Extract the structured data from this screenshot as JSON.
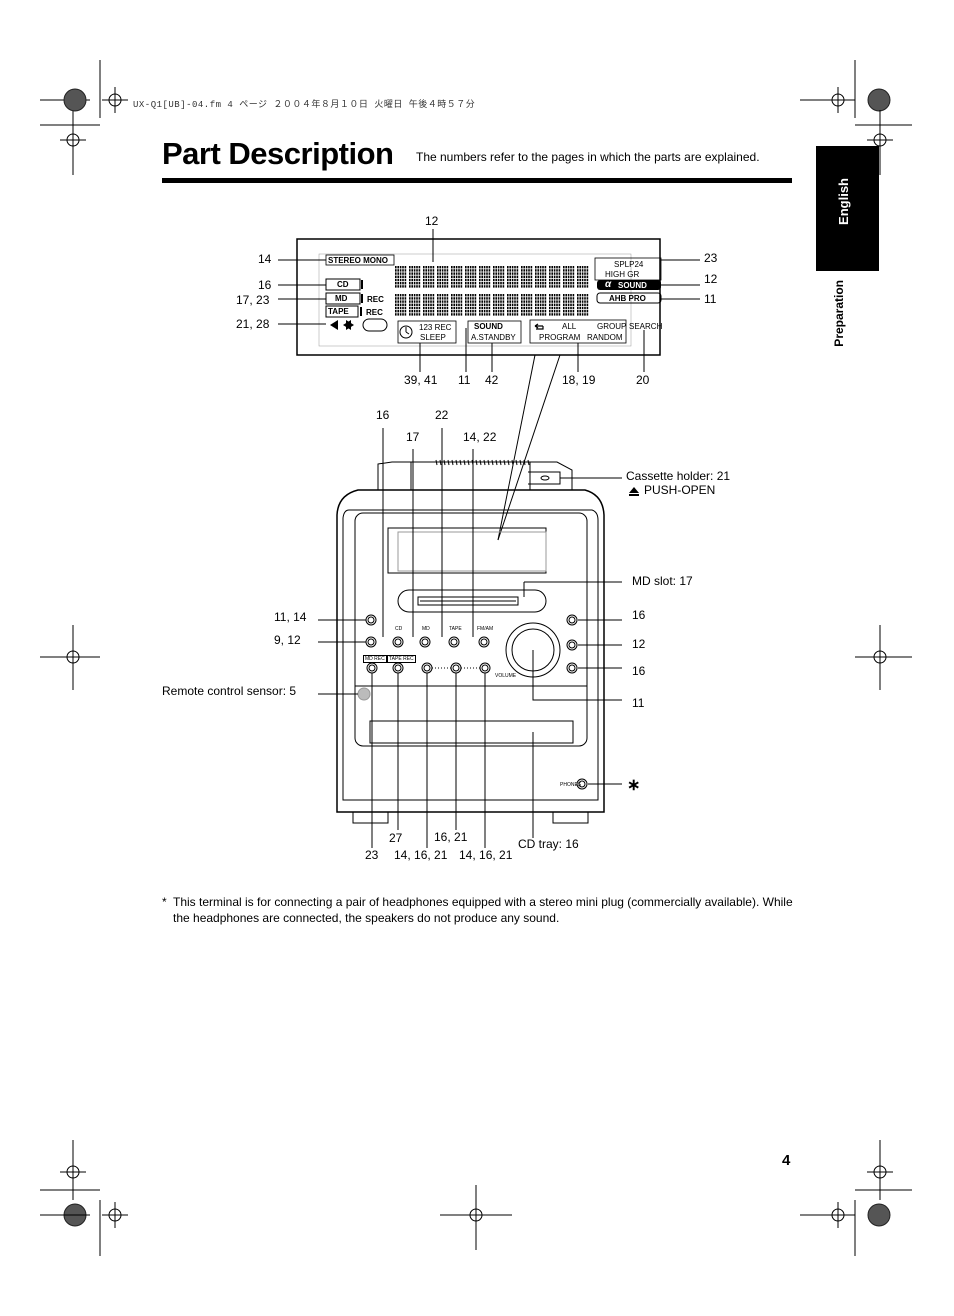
{
  "print_header": "UX-Q1[UB]-04.fm  4 ページ  ２００４年８月１０日  火曜日  午後４時５７分",
  "title": "Part Description",
  "subtitle": "The numbers refer to the pages in which the parts are explained.",
  "side_tabs": {
    "english": "English",
    "preparation": "Preparation"
  },
  "display_panel": {
    "stereo_mono": "STEREO MONO",
    "cd": "CD",
    "md": "MD",
    "tape": "TAPE",
    "rec": "REC",
    "splp": "SPLP24",
    "high_gr": "HIGH   GR",
    "alpha_sound": "SOUND",
    "ahb_pro": "AHB PRO",
    "rec_123": "123 REC",
    "sleep": "SLEEP",
    "sound": "SOUND",
    "a_standby": "A.STANDBY",
    "all": "ALL",
    "group": "GROUP",
    "program": "PROGRAM",
    "random": "RANDOM",
    "search": "SEARCH"
  },
  "callouts": {
    "d12_top": "12",
    "d14": "14",
    "d16": "16",
    "d17_23": "17, 23",
    "d21_28": "21, 28",
    "d23": "23",
    "d12_right": "12",
    "d11_right": "11",
    "d39_41": "39, 41",
    "d11_bottom": "11",
    "d42": "42",
    "d18_19": "18, 19",
    "d20": "20",
    "u16_top": "16",
    "u22": "22",
    "u17": "17",
    "u14_22": "14, 22",
    "cassette": "Cassette holder: 21",
    "push_open": "PUSH-OPEN",
    "md_slot": "MD slot: 17",
    "r16a": "16",
    "r12": "12",
    "r16b": "16",
    "r11": "11",
    "l11_14": "11, 14",
    "l9_12": "9, 12",
    "remote": "Remote control sensor: 5",
    "star": "∗",
    "b27": "27",
    "b16_21": "16, 21",
    "cd_tray": "CD tray: 16",
    "b23": "23",
    "b14_16_21_a": "14, 16, 21",
    "b14_16_21_b": "14, 16, 21"
  },
  "unit_labels": {
    "volume": "VOLUME",
    "phones": "PHONES",
    "cd_btn": "CD",
    "md_btn": "MD",
    "tape_btn": "TAPE",
    "fmam_btn": "FM/AM",
    "md_rec": "MD REC",
    "tape_rec": "TAPE REC"
  },
  "footnote": {
    "mark": "*",
    "text": "This terminal is for connecting a pair of headphones equipped with a stereo mini plug (commercially available). While the headphones are connected, the speakers do not produce any sound."
  },
  "page_number": "4"
}
